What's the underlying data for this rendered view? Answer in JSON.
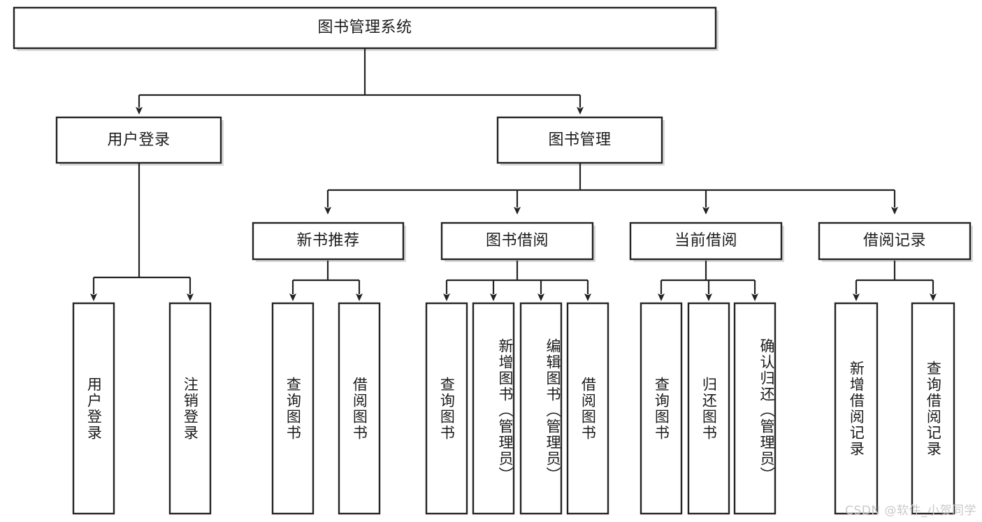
{
  "diagram": {
    "title": "图书管理系统",
    "type": "tree-hierarchy-diagram",
    "colors": {
      "box_stroke": "#232323",
      "box_fill": "#ffffff",
      "edge": "#232323",
      "text": "#1b1b1b",
      "watermark": "#c9c9c9",
      "background": "#ffffff"
    },
    "root": {
      "label": "图书管理系统"
    },
    "level2": [
      {
        "label": "用户登录"
      },
      {
        "label": "图书管理"
      }
    ],
    "level3": [
      {
        "label": "新书推荐"
      },
      {
        "label": "图书借阅"
      },
      {
        "label": "当前借阅"
      },
      {
        "label": "借阅记录"
      }
    ],
    "leaves": {
      "user_login": [
        {
          "label": "用户登录"
        },
        {
          "label": "注销登录"
        }
      ],
      "new_book_recommend": [
        {
          "label": "查询图书"
        },
        {
          "label": "借阅图书"
        }
      ],
      "book_borrow": [
        {
          "label": "查询图书"
        },
        {
          "label": "新增图书（管理员）"
        },
        {
          "label": "编辑图书（管理员）"
        },
        {
          "label": "借阅图书"
        }
      ],
      "current_borrow": [
        {
          "label": "查询图书"
        },
        {
          "label": "归还图书"
        },
        {
          "label": "确认归还（管理员）"
        }
      ],
      "borrow_record": [
        {
          "label": "新增借阅记录"
        },
        {
          "label": "查询借阅记录"
        }
      ]
    }
  },
  "watermark": {
    "text": "CSDN @软件_小贺同学"
  }
}
